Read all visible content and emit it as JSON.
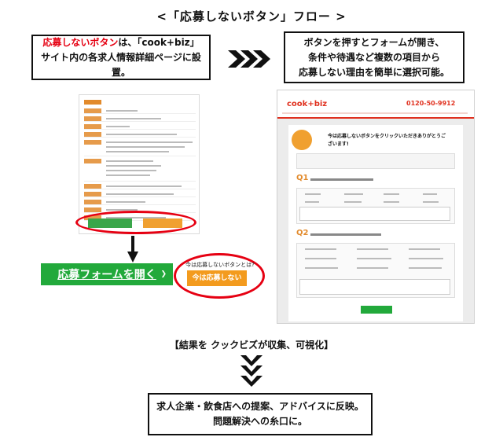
{
  "title": "<「応募しないボタン」フロー >",
  "box1": {
    "line1_red": "応募しないボタン",
    "line1_rest": "は、「cook+biz」",
    "line2": "サイト内の各求人情報詳細ページに設置。"
  },
  "box2": {
    "line1": "ボタンを押すとフォームが開き、",
    "line2": "条件や待遇など複数の項目から",
    "line3": "応募しない理由を簡単に選択可能。"
  },
  "buttons": {
    "apply_label": "応募フォームを開く",
    "question_small": "今は応募しないボタンとは?",
    "not_apply_label": "今は応募しない"
  },
  "screenshot_right": {
    "logo": "cook+biz",
    "phone": "0120-50-9912",
    "thanks": "今は応募しないボタンをクリックいただきありがとうございます!",
    "q1": "Q1",
    "q2": "Q2"
  },
  "result": "【結果を クックビズが収集、可視化】",
  "box3": {
    "line1": "求人企業・飲食店への提案、アドバイスに反映。",
    "line2": "問題解決への糸口に。"
  }
}
